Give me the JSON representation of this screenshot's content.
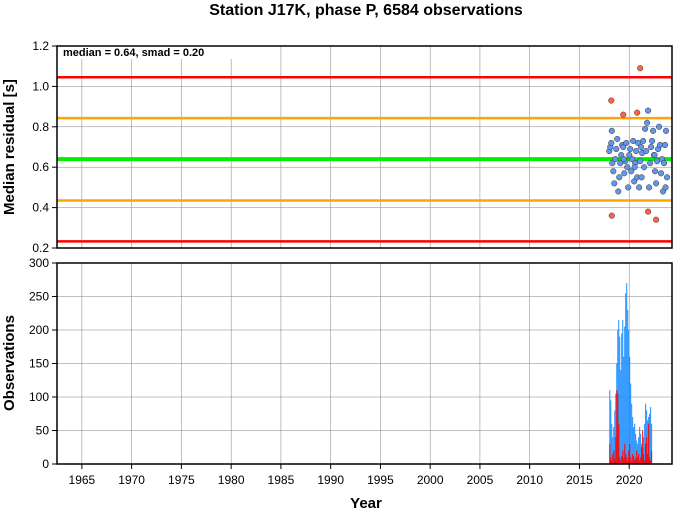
{
  "chart_data": [
    {
      "type": "scatter",
      "title": "Station J17K, phase P, 6584 observations",
      "annotation": "median = 0.64, smad = 0.20",
      "ylabel": "Median residual [s]",
      "xlim": [
        1962.5,
        2024.3
      ],
      "ylim": [
        0.2,
        1.2
      ],
      "yticks": [
        0.2,
        0.4,
        0.6,
        0.8,
        1.0,
        1.2
      ],
      "ytick_labels": [
        "0.2",
        "0.4",
        "0.6",
        "0.8",
        "1.0",
        "1.2"
      ],
      "grid": true,
      "reference_lines": [
        {
          "value": 1.045,
          "color": "#ff0000"
        },
        {
          "value": 0.843,
          "color": "#ffa500"
        },
        {
          "value": 0.64,
          "color": "#00ee00"
        },
        {
          "value": 0.435,
          "color": "#ffa500"
        },
        {
          "value": 0.233,
          "color": "#ff0000"
        }
      ],
      "series": [
        {
          "color": "#6495ed",
          "points": [
            [
              2018.0,
              0.68
            ],
            [
              2018.1,
              0.7
            ],
            [
              2018.2,
              0.72
            ],
            [
              2018.25,
              0.78
            ],
            [
              2018.3,
              0.62
            ],
            [
              2018.4,
              0.58
            ],
            [
              2018.5,
              0.52
            ],
            [
              2018.6,
              0.64
            ],
            [
              2018.7,
              0.69
            ],
            [
              2018.8,
              0.74
            ],
            [
              2018.9,
              0.48
            ],
            [
              2019.0,
              0.55
            ],
            [
              2019.1,
              0.62
            ],
            [
              2019.2,
              0.66
            ],
            [
              2019.3,
              0.71
            ],
            [
              2019.4,
              0.7
            ],
            [
              2019.5,
              0.57
            ],
            [
              2019.6,
              0.63
            ],
            [
              2019.7,
              0.72
            ],
            [
              2019.8,
              0.6
            ],
            [
              2019.9,
              0.5
            ],
            [
              2020.0,
              0.66
            ],
            [
              2020.1,
              0.69
            ],
            [
              2020.2,
              0.58
            ],
            [
              2020.3,
              0.64
            ],
            [
              2020.4,
              0.73
            ],
            [
              2020.5,
              0.53
            ],
            [
              2020.6,
              0.62
            ],
            [
              2020.7,
              0.68
            ],
            [
              2020.8,
              0.55
            ],
            [
              2020.9,
              0.72
            ],
            [
              2021.0,
              0.5
            ],
            [
              2021.1,
              0.63
            ],
            [
              2021.2,
              0.7
            ],
            [
              2021.3,
              0.67
            ],
            [
              2021.4,
              0.73
            ],
            [
              2021.5,
              0.6
            ],
            [
              2021.6,
              0.79
            ],
            [
              2021.7,
              0.68
            ],
            [
              2021.8,
              0.82
            ],
            [
              2021.9,
              0.88
            ],
            [
              2022.0,
              0.5
            ],
            [
              2022.1,
              0.62
            ],
            [
              2022.2,
              0.7
            ],
            [
              2022.3,
              0.73
            ],
            [
              2022.4,
              0.78
            ],
            [
              2022.5,
              0.66
            ],
            [
              2022.6,
              0.58
            ],
            [
              2022.7,
              0.52
            ],
            [
              2022.8,
              0.63
            ],
            [
              2022.9,
              0.69
            ],
            [
              2023.0,
              0.8
            ],
            [
              2023.1,
              0.71
            ],
            [
              2023.2,
              0.57
            ],
            [
              2023.3,
              0.64
            ],
            [
              2023.4,
              0.48
            ],
            [
              2023.5,
              0.62
            ],
            [
              2023.6,
              0.71
            ],
            [
              2023.7,
              0.78
            ],
            [
              2023.8,
              0.55
            ],
            [
              2019.45,
              0.64
            ],
            [
              2020.55,
              0.6
            ],
            [
              2021.25,
              0.55
            ],
            [
              2022.55,
              0.66
            ],
            [
              2023.65,
              0.5
            ]
          ]
        },
        {
          "color": "#ff6347",
          "points": [
            [
              2018.2,
              0.93
            ],
            [
              2018.25,
              0.36
            ],
            [
              2019.4,
              0.86
            ],
            [
              2020.8,
              0.87
            ],
            [
              2021.1,
              1.09
            ],
            [
              2021.9,
              0.38
            ],
            [
              2022.7,
              0.34
            ]
          ]
        }
      ]
    },
    {
      "type": "bar",
      "ylabel": "Observations",
      "xlabel": "Year",
      "xlim": [
        1962.5,
        2024.3
      ],
      "ylim": [
        0,
        300
      ],
      "xticks": [
        1965,
        1970,
        1975,
        1980,
        1985,
        1990,
        1995,
        2000,
        2005,
        2010,
        2015,
        2020
      ],
      "xtick_labels": [
        "1965",
        "1970",
        "1975",
        "1980",
        "1985",
        "1990",
        "1995",
        "2000",
        "2005",
        "2010",
        "2015",
        "2020"
      ],
      "yticks": [
        0,
        50,
        100,
        150,
        200,
        250,
        300
      ],
      "ytick_labels": [
        "0",
        "50",
        "100",
        "150",
        "200",
        "250",
        "300"
      ],
      "grid": true,
      "series": [
        {
          "color": "#1e90ff",
          "x_start": 2018.0,
          "x_step": 0.1,
          "values": [
            110,
            95,
            60,
            40,
            55,
            80,
            105,
            150,
            200,
            215,
            190,
            140,
            195,
            215,
            160,
            205,
            255,
            270,
            230,
            200,
            160,
            120,
            90,
            70,
            55,
            60,
            45,
            35,
            30,
            40,
            55,
            45,
            30,
            25,
            40,
            60,
            90,
            80,
            65,
            70,
            75,
            85,
            60
          ]
        },
        {
          "color": "#ff0000",
          "x_start": 2018.0,
          "x_step": 0.1,
          "values": [
            30,
            10,
            5,
            15,
            20,
            8,
            40,
            110,
            105,
            60,
            10,
            5,
            12,
            20,
            8,
            30,
            15,
            10,
            5,
            20,
            30,
            10,
            5,
            15,
            12,
            6,
            8,
            20,
            10,
            15,
            5,
            10,
            25,
            50,
            15,
            5,
            30,
            40,
            15,
            60,
            10,
            5,
            20
          ]
        }
      ]
    }
  ],
  "colors": {
    "frame": "#000000",
    "grid": "#808080",
    "text": "#000000",
    "annotation_bg": "#ffffff"
  }
}
